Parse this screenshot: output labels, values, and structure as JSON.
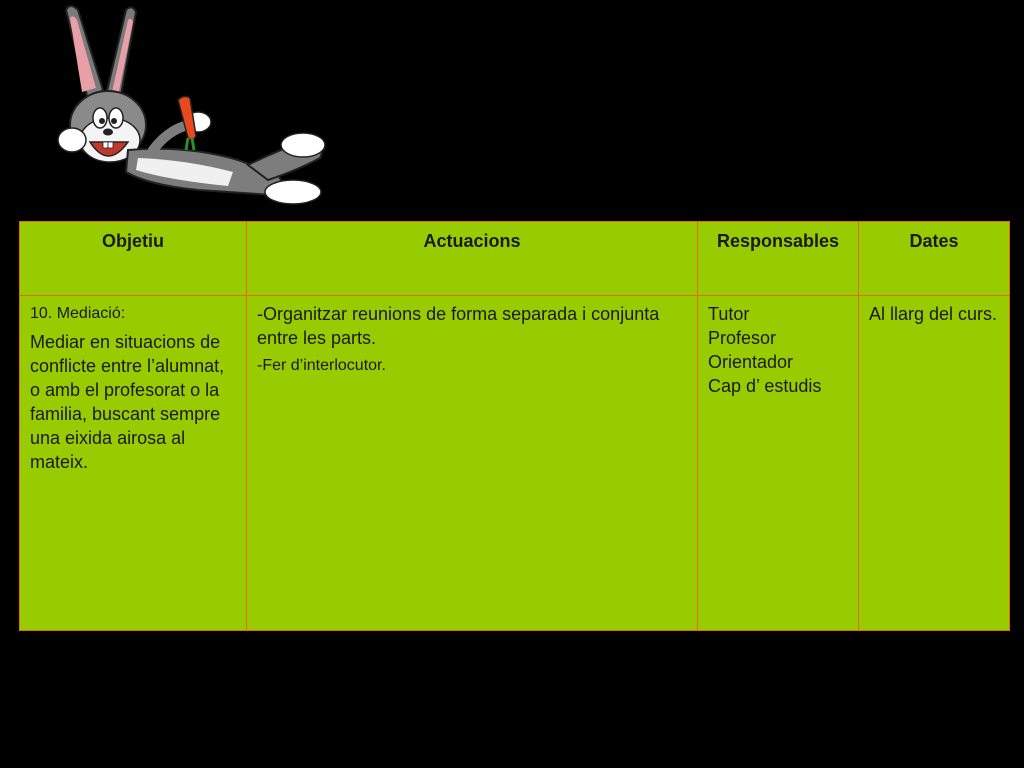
{
  "table": {
    "headers": [
      "Objetiu",
      "Actuacions",
      "Responsables",
      "Dates"
    ],
    "row": {
      "objetiu": {
        "title": "10. Mediació:",
        "text": "Mediar en situacions de conflicte entre l’alumnat, o amb el profesorat o la familia, buscant sempre una eixida airosa al mateix."
      },
      "actuacions": [
        "-Organitzar reunions de forma separada i conjunta entre les parts.",
        "-Fer d’interlocutor."
      ],
      "responsables": [
        "Tutor",
        "Profesor",
        "Orientador",
        "Cap d’ estudis"
      ],
      "dates": "Al llarg del curs."
    }
  },
  "colors": {
    "background": "#000000",
    "table_fill": "#99cc00",
    "table_border": "#e46c0a",
    "text": "#1a1a1a"
  },
  "icons": {
    "mascot": "cartoon-rabbit-lying-with-carrot-illustration"
  }
}
